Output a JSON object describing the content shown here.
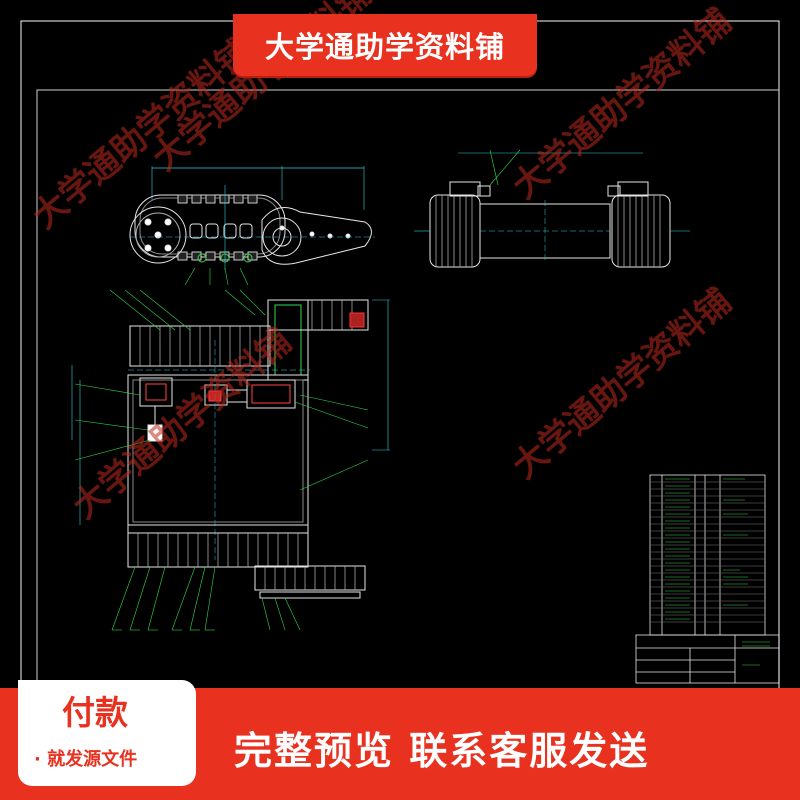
{
  "banner": {
    "title": "大学通助学资料铺"
  },
  "watermark": {
    "text": "大学通助学资料铺"
  },
  "payment": {
    "title": "付款",
    "subtitle": "· 就发源文件"
  },
  "bottom": {
    "text": "完整预览  联系客服发送"
  },
  "colors": {
    "background": "#000000",
    "line_white": "#e6e6e6",
    "line_green": "#2fd84a",
    "line_cyan": "#2fd0d8",
    "accent_red": "#e8311f"
  }
}
